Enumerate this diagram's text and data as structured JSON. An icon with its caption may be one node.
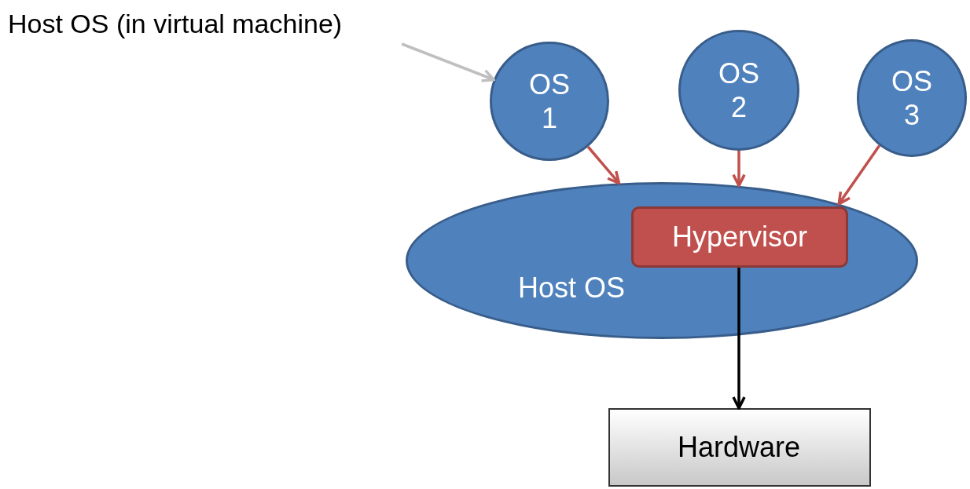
{
  "diagram": {
    "nodes": [
      {
        "text": [
          "Host OS (in virtual machine)"
        ]
      },
      {
        "text": [
          "OS 1"
        ]
      },
      {
        "text": [
          "OS 2"
        ]
      },
      {
        "text": [
          "OS 3"
        ]
      },
      {
        "text": [
          "Host OS"
        ]
      },
      {
        "text": [
          "Hypervisor"
        ],
        "in": 4
      },
      {
        "text": [
          "Hardware"
        ]
      }
    ],
    "edges": [
      {
        "from": 0,
        "to": 1,
        "arrow": "to",
        "color": "#bfbfbf"
      },
      {
        "from": 1,
        "to": 4,
        "arrow": "to"
      },
      {
        "from": 2,
        "to": 4,
        "arrow": "to"
      },
      {
        "from": 3,
        "to": 4,
        "arrow": "to"
      },
      {
        "from": 5,
        "to": 6,
        "arrow": "to",
        "color": "#000000"
      }
    ]
  }
}
